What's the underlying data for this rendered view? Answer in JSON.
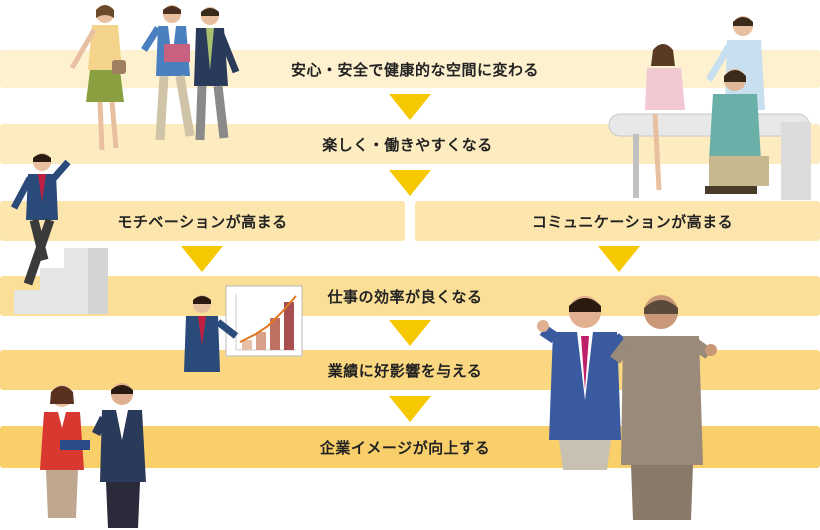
{
  "steps": {
    "step1": "安心・安全で健康的な空間に変わる",
    "step2": "楽しく・働きやすくなる",
    "step3_left": "モチベーションが高まる",
    "step3_right": "コミュニケーションが高まる",
    "step4": "仕事の効率が良くなる",
    "step5": "業績に好影響を与える",
    "step6": "企業イメージが向上する"
  },
  "colors": {
    "arrow": "#f5c800",
    "band_light": "#fdf1cf",
    "band_dark": "#f9cf6a"
  }
}
